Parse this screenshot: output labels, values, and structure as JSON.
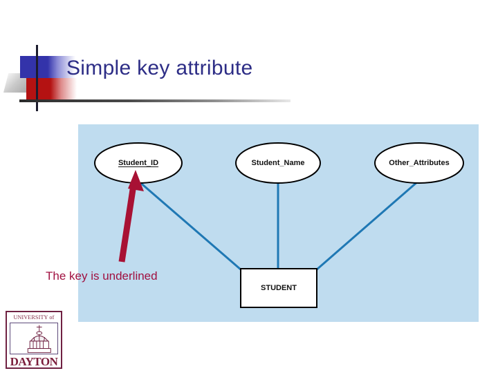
{
  "slide": {
    "title": "Simple key attribute",
    "title_color": "#2d2d86",
    "decoration": {
      "blue_color": "#3333aa",
      "red_color": "#b41212",
      "gray_color": "#9d9d9d",
      "bar_color": "#2b2b2b"
    }
  },
  "diagram": {
    "background_color": "#bfdcef",
    "connector_color": "#1f78b4",
    "shape_border_color": "#000000",
    "shape_fill_color": "#ffffff",
    "attributes": [
      {
        "label": "Student_ID",
        "is_key": true
      },
      {
        "label": "Student_Name",
        "is_key": false
      },
      {
        "label": "Other_Attributes",
        "is_key": false
      }
    ],
    "entity": {
      "label": "STUDENT"
    },
    "annotation_arrow": {
      "color": "#a81134",
      "points_to": "Student_ID"
    }
  },
  "caption": {
    "text": "The key is underlined",
    "color": "#a01040"
  },
  "logo": {
    "top_text": "UNIVERSITY of",
    "bottom_text": "DAYTON",
    "color": "#7b1e3c",
    "icon": "chapel-dome"
  }
}
